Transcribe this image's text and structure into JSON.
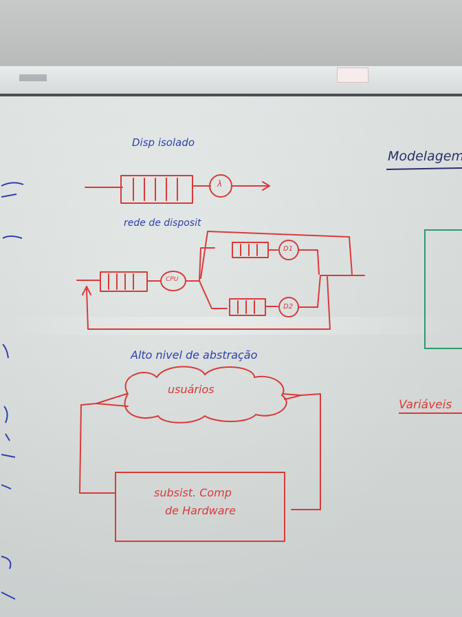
{
  "board": {
    "top_diagram": {
      "title": "Disp isolado",
      "server_label": "λ"
    },
    "mid_diagram": {
      "title": "rede de disposit",
      "cpu_label": "CPU",
      "d1_label": "D1",
      "d2_label": "D2"
    },
    "bottom_diagram": {
      "title": "Alto nivel de abstração",
      "cloud_label": "usuários",
      "box_label_line1": "subsist. Comp",
      "box_label_line2": "de Hardware"
    },
    "right_edge": {
      "heading": "Modelagem",
      "variaveis": "Variáveis"
    },
    "colors": {
      "red_marker": "#d83a3a",
      "blue_marker": "#2f3fb0",
      "green_marker": "#2d9a6f"
    }
  }
}
